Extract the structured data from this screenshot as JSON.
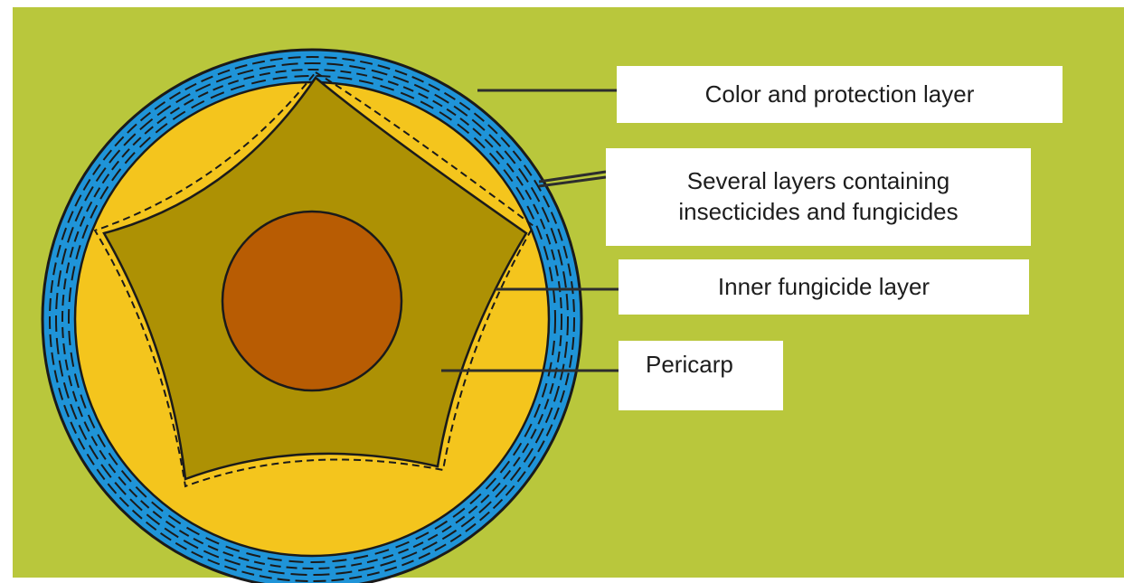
{
  "colors": {
    "background": "#b9c73c",
    "outer_layer": "#1f94d8",
    "middle_fill": "#f4c51d",
    "pentagon": "#ad9104",
    "core": "#b85c03",
    "outline": "#1a1a1a"
  },
  "labels": {
    "color_protection": "Color  and protection layer",
    "several_layers": "Several layers containing\ninsecticides and fungicides",
    "inner_fungicide": "Inner fungicide layer",
    "pericarp": "Pericarp"
  }
}
